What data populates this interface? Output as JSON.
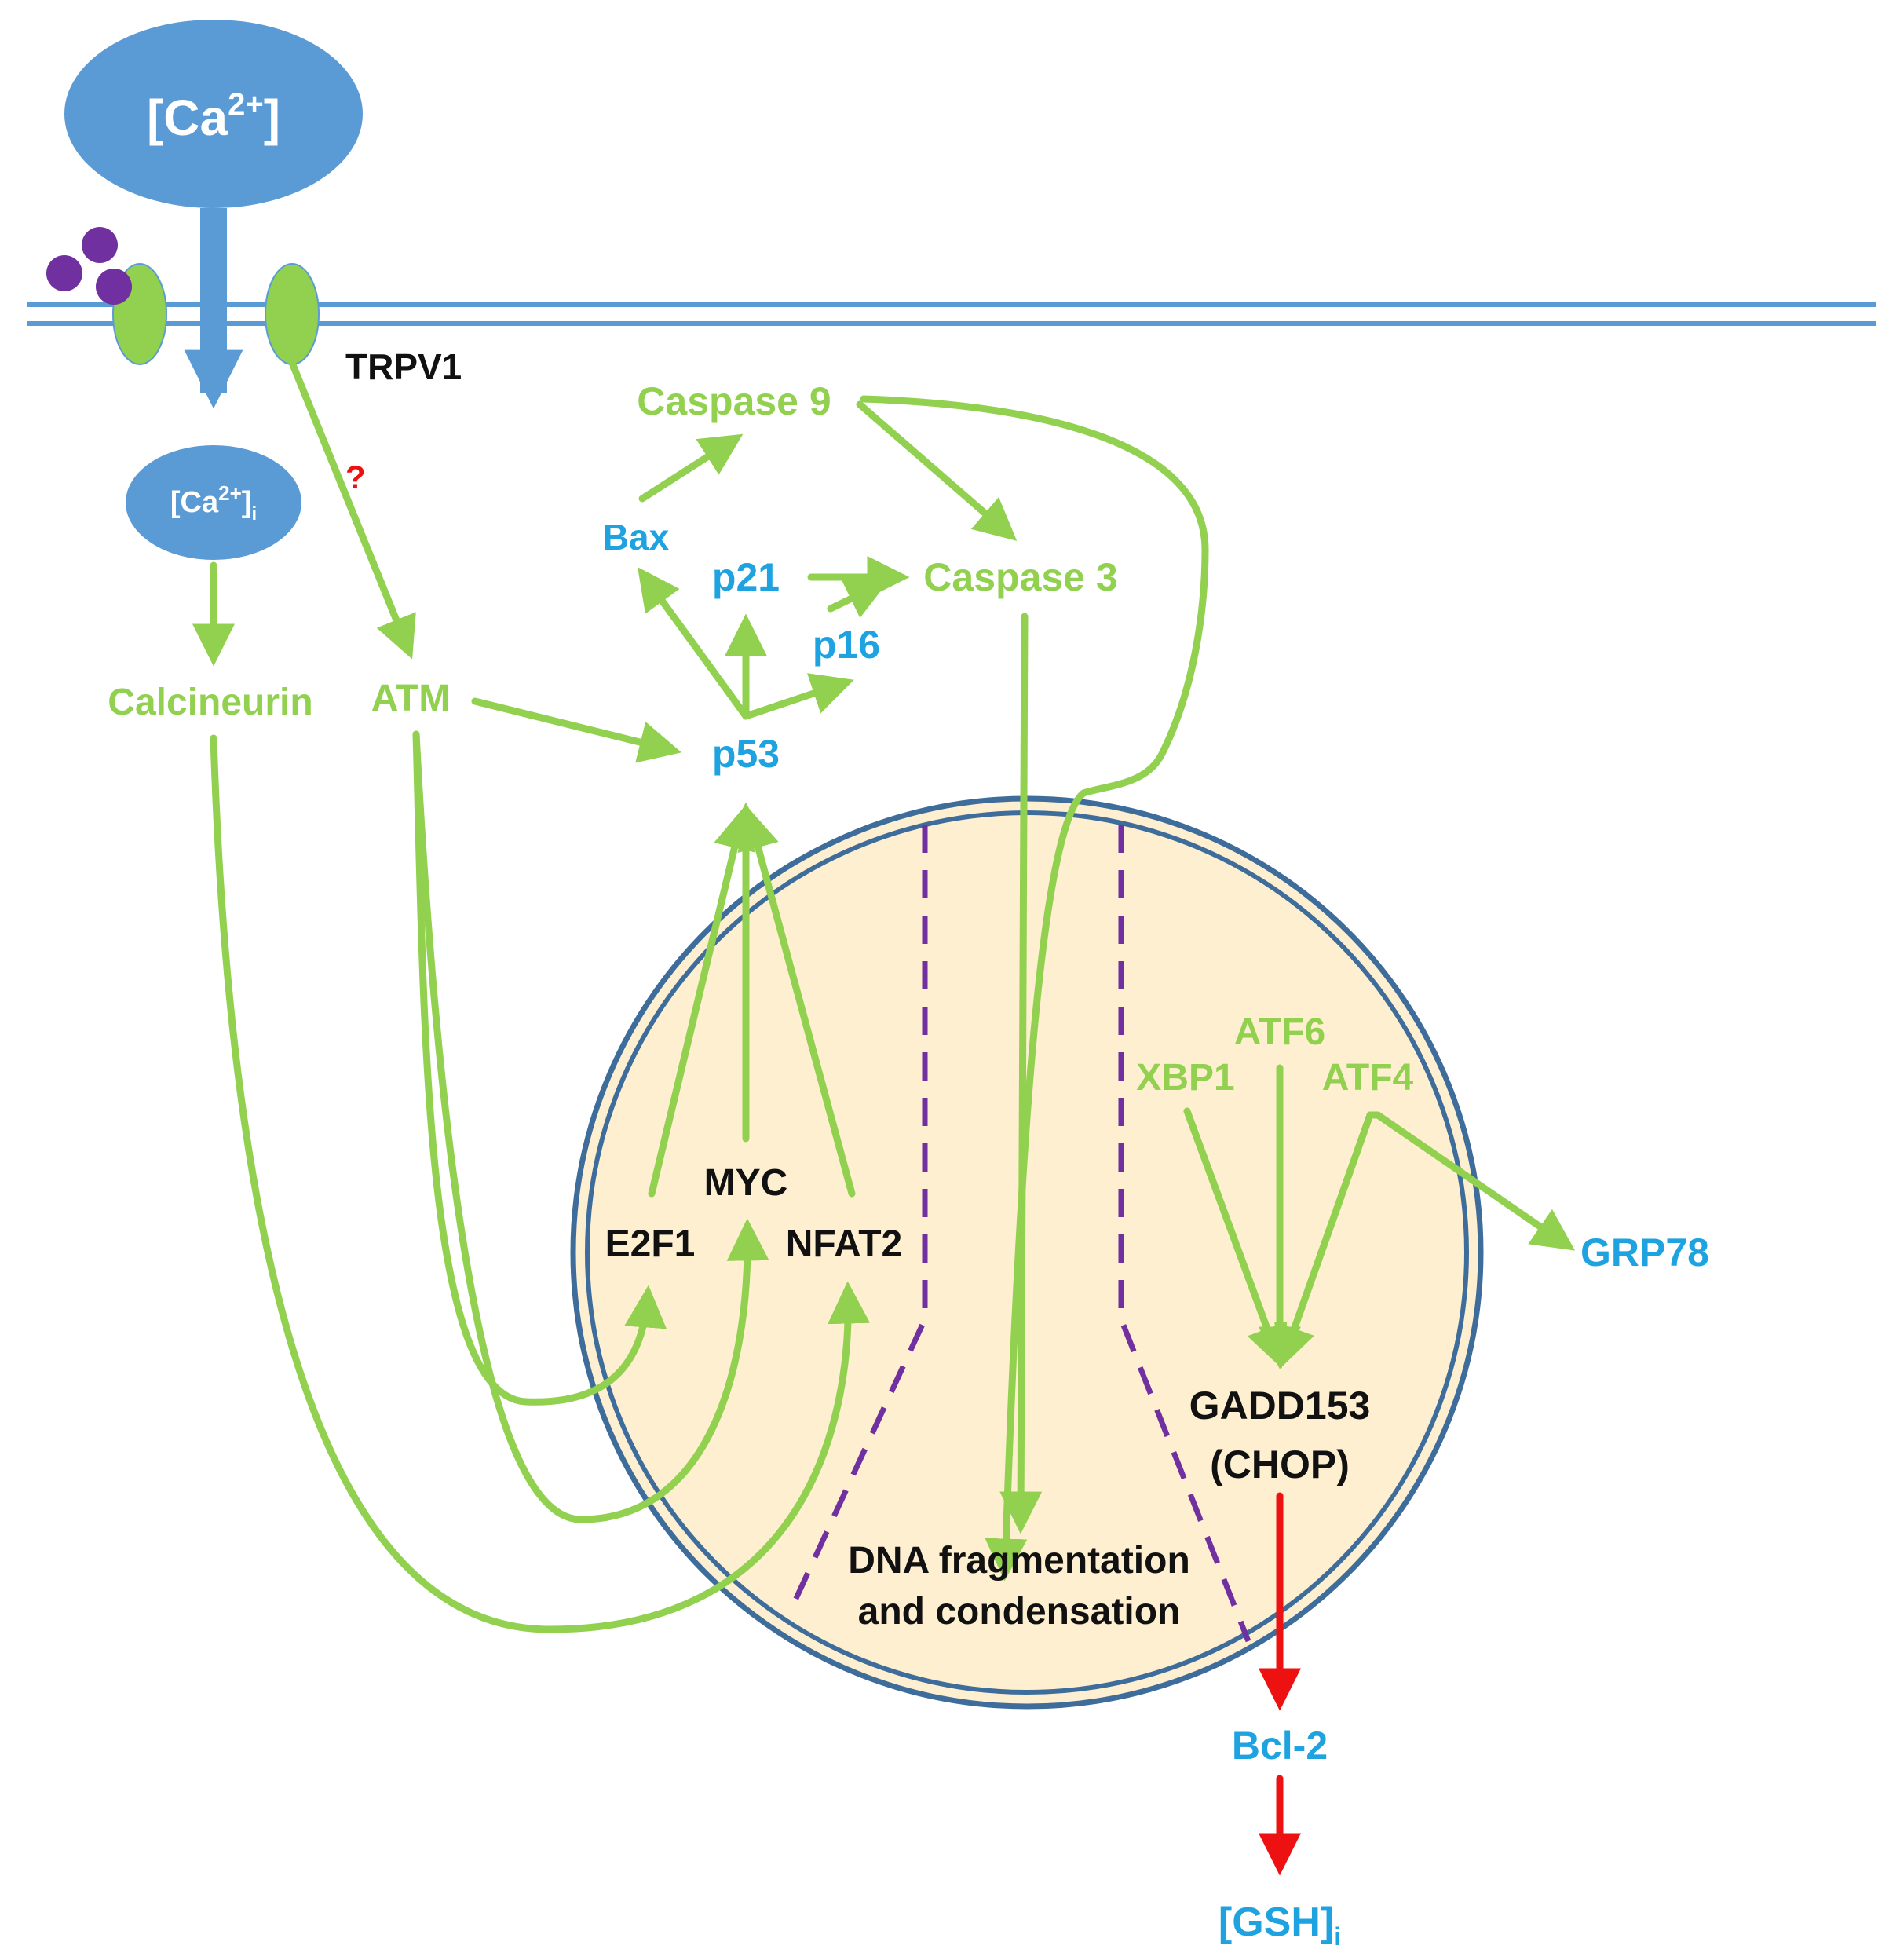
{
  "labels": {
    "ca_ext": "[Ca",
    "ca_ext_sup": "2+",
    "ca_ext_close": "]",
    "ca_int": "[Ca",
    "ca_int_sup": "2+",
    "ca_int_close": "]",
    "ca_int_sub": "i",
    "trpv1": "TRPV1",
    "question": "?",
    "calcineurin": "Calcineurin",
    "atm": "ATM",
    "caspase9": "Caspase 9",
    "caspase3": "Caspase 3",
    "bax": "Bax",
    "p21": "p21",
    "p16": "p16",
    "p53": "p53",
    "myc": "MYC",
    "e2f1": "E2F1",
    "nfat2": "NFAT2",
    "xbp1": "XBP1",
    "atf6": "ATF6",
    "atf4": "ATF4",
    "grp78": "GRP78",
    "gadd153": "GADD153",
    "chop": "(CHOP)",
    "dna_line1": "DNA fragmentation",
    "dna_line2": "and condensation",
    "bcl2": "Bcl-2",
    "gsh": "[GSH]",
    "gsh_sub": "i"
  },
  "colors": {
    "membrane": "#5b9bd5",
    "calcium_node": "#5b9bd5",
    "channel": "#92d050",
    "ligand": "#7030a0",
    "green_arrow": "#92d050",
    "red_arrow": "#ee1111",
    "nucleus_fill": "#fdefd0",
    "nucleus_border": "#3e6d9c",
    "blue_text": "#1fa3e0",
    "green_text": "#92d050"
  },
  "icons": {
    "channel": "trpv1-channel-icon",
    "ligand": "ligand-molecules-icon"
  }
}
